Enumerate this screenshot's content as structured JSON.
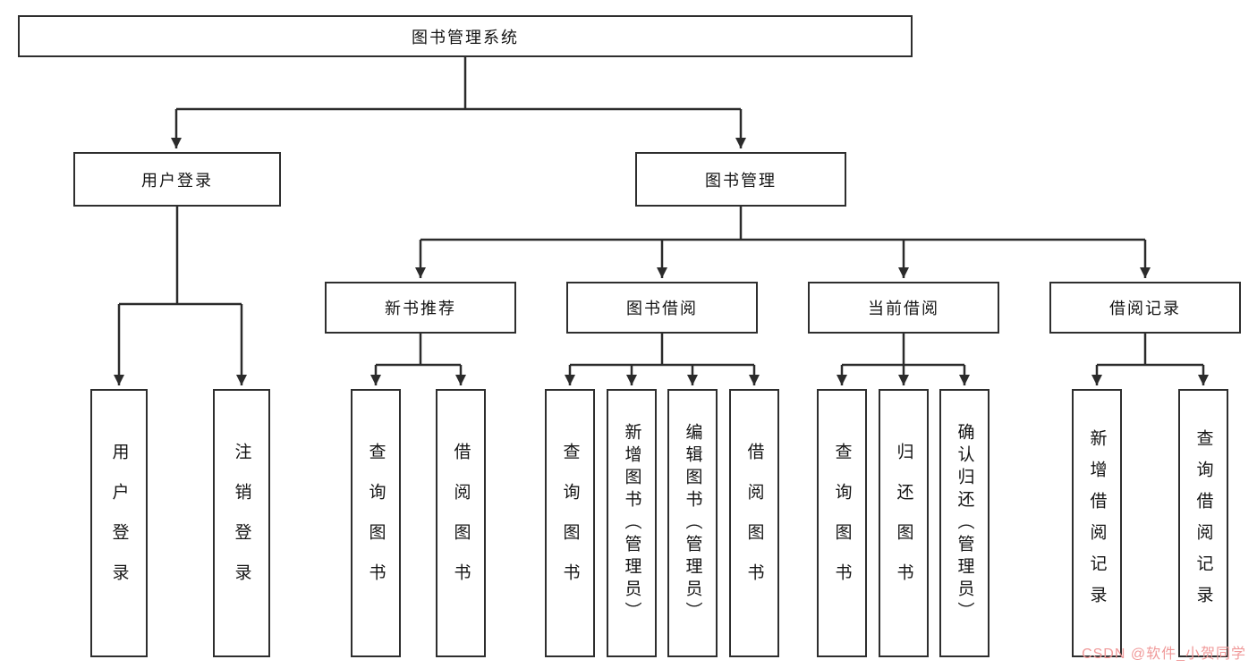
{
  "nodes": {
    "root": "图书管理系统",
    "user_login": "用户登录",
    "book_mgmt": "图书管理",
    "new_books": "新书推荐",
    "book_borrow": "图书借阅",
    "current_borrow": "当前借阅",
    "borrow_records": "借阅记录"
  },
  "leaves": {
    "user_login": [
      "用户登录",
      "注销登录"
    ],
    "new_books": [
      "查询图书",
      "借阅图书"
    ],
    "book_borrow": [
      "查询图书",
      "新增图书（管理员）",
      "编辑图书（管理员）",
      "借阅图书"
    ],
    "current_borrow": [
      "查询图书",
      "归还图书",
      "确认归还（管理员）"
    ],
    "borrow_records": [
      "新增借阅记录",
      "查询借阅记录"
    ]
  },
  "watermark": "CSDN @软件_小贺同学",
  "colors": {
    "line": "#2b2b2b",
    "border": "#2e2e2e",
    "watermark": "#f09a9a"
  }
}
